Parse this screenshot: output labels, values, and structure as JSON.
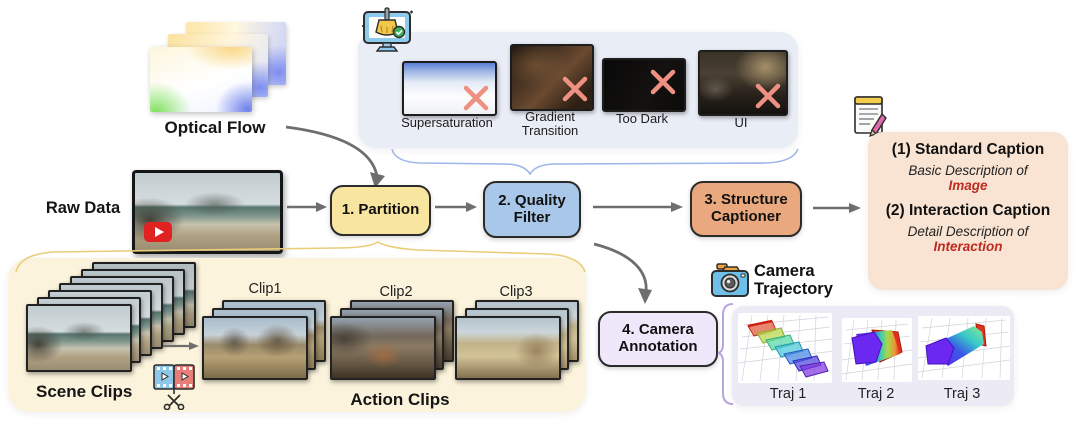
{
  "inputs": {
    "optical_flow_label": "Optical Flow",
    "raw_data_label": "Raw Data"
  },
  "pipeline": {
    "partition": "1. Partition",
    "quality_line1": "2. Quality",
    "quality_line2": "Filter",
    "structure_line1": "3. Structure",
    "structure_line2": "Captioner",
    "camera_line1": "4. Camera",
    "camera_line2": "Annotation"
  },
  "quality_panel": {
    "items": [
      {
        "label": "Supersaturation"
      },
      {
        "label": "Gradient Transition"
      },
      {
        "label": "Too Dark"
      },
      {
        "label": "UI"
      }
    ]
  },
  "clips_panel": {
    "scene_label": "Scene Clips",
    "action_label": "Action Clips",
    "clip_labels": [
      "Clip1",
      "Clip2",
      "Clip3"
    ]
  },
  "camera_section": {
    "title_line1": "Camera",
    "title_line2": "Trajectory",
    "traj_labels": [
      "Traj 1",
      "Traj 2",
      "Traj 3"
    ]
  },
  "caption_panel": {
    "item1_title": "(1) Standard Caption",
    "item1_desc": "Basic Description of",
    "item1_highlight": "Image",
    "item2_title": "(2) Interaction Caption",
    "item2_desc": "Detail Description of",
    "item2_highlight": "Interaction"
  },
  "colors": {
    "partition_bg": "#F8E5A0",
    "quality_bg": "#A9C7E8",
    "structure_bg": "#E9A87D",
    "camera_annotation_bg": "#EFE8FB",
    "caption_bg": "#F9E4D3",
    "quality_panel_bg": "#E9EDF6",
    "clips_panel_bg": "#FBF3DB",
    "traj_panel_bg": "#ECEAF5",
    "highlight_red": "#BE2A20",
    "reject_x": "#EE9183"
  }
}
